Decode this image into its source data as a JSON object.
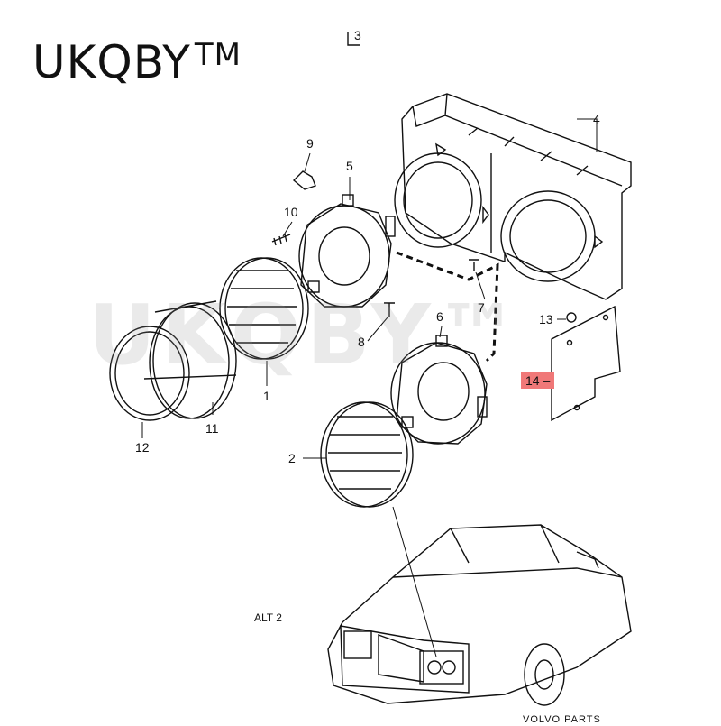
{
  "brand": {
    "name": "UKQBY",
    "mark": "TM"
  },
  "watermark": "UKQBY™",
  "page_ref": "3",
  "part_labels": [
    "1",
    "2",
    "4",
    "5",
    "6",
    "7",
    "8",
    "9",
    "10",
    "11",
    "12",
    "13"
  ],
  "highlighted_label": "14 –",
  "alt_label": "ALT 2",
  "footer_text": "VOLVO PARTS",
  "colors": {
    "line": "#111111",
    "highlight": "#f07878",
    "watermark": "#969696"
  }
}
